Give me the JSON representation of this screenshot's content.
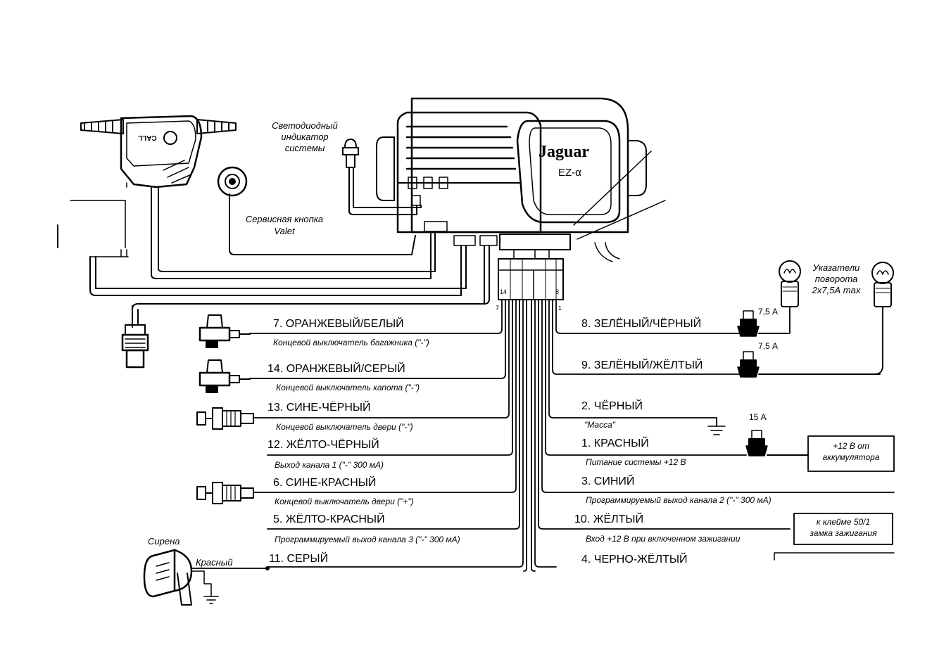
{
  "unit": {
    "brand": "Jaguar",
    "model": "EZ-α"
  },
  "remote": {
    "call": "CALL"
  },
  "connector": {
    "pin_left": "14",
    "pin_right": "8",
    "pin_bl": "7",
    "pin_br": "1"
  },
  "captions": {
    "led": [
      "Светодиодный",
      "индикатор",
      "системы"
    ],
    "valet": [
      "Сервисная кнопка",
      "Valet"
    ],
    "turn": [
      "Указатели",
      "поворота",
      "2х7,5А max"
    ],
    "siren": "Сирена",
    "siren_wire": "Красный"
  },
  "fuses": {
    "f1": "7,5 А",
    "f2": "7,5 А",
    "f3": "15 А"
  },
  "boxes": {
    "battery": [
      "+12 В от",
      "аккумулятора"
    ],
    "ignition": [
      "к клейме 50/1",
      "замка зажигания"
    ]
  },
  "wires_left": [
    {
      "name": "7. ОРАНЖЕВЫЙ/БЕЛЫЙ",
      "note": "Концевой выключатель багажника (\"-\")"
    },
    {
      "name": "14. ОРАНЖЕВЫЙ/СЕРЫЙ",
      "note": "Концевой выключатель капота (\"-\")"
    },
    {
      "name": "13. СИНЕ-ЧЁРНЫЙ",
      "note": "Концевой выключатель двери (\"-\")"
    },
    {
      "name": "12. ЖЁЛТО-ЧЁРНЫЙ",
      "note": "Выход канала 1 (\"-\" 300 мА)"
    },
    {
      "name": "6. СИНЕ-КРАСНЫЙ",
      "note": "Концевой выключатель двери (\"+\")"
    },
    {
      "name": "5. ЖЁЛТО-КРАСНЫЙ",
      "note": "Программируемый выход канала 3 (\"-\" 300 мА)"
    },
    {
      "name": "11. СЕРЫЙ",
      "note": ""
    }
  ],
  "wires_right": [
    {
      "name": "8. ЗЕЛЁНЫЙ/ЧЁРНЫЙ",
      "note": ""
    },
    {
      "name": "9. ЗЕЛЁНЫЙ/ЖЁЛТЫЙ",
      "note": ""
    },
    {
      "name": "2. ЧЁРНЫЙ",
      "note": "\"Масса\""
    },
    {
      "name": "1. КРАСНЫЙ",
      "note": "Питание системы +12 В"
    },
    {
      "name": "3. СИНИЙ",
      "note": "Программируемый выход канала 2 (\"-\" 300 мА)"
    },
    {
      "name": "10. ЖЁЛТЫЙ",
      "note": "Вход +12 В при включенном зажигании"
    },
    {
      "name": "4. ЧЕРНО-ЖЁЛТЫЙ",
      "note": ""
    }
  ]
}
